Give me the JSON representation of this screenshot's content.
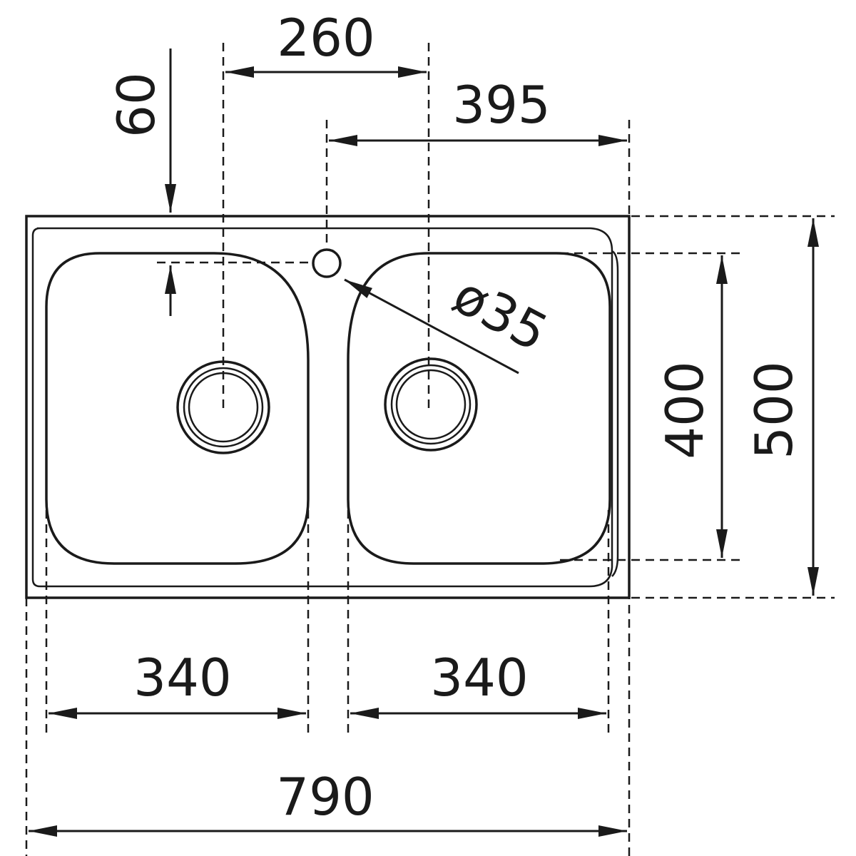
{
  "dimensions": {
    "overall_width": "790",
    "overall_depth": "500",
    "left_bowl_width": "340",
    "right_bowl_width": "340",
    "bowl_depth": "400",
    "drain_spacing": "260",
    "tap_hole_offset": "395",
    "front_margin": "60",
    "tap_hole_diameter": "ø35"
  }
}
